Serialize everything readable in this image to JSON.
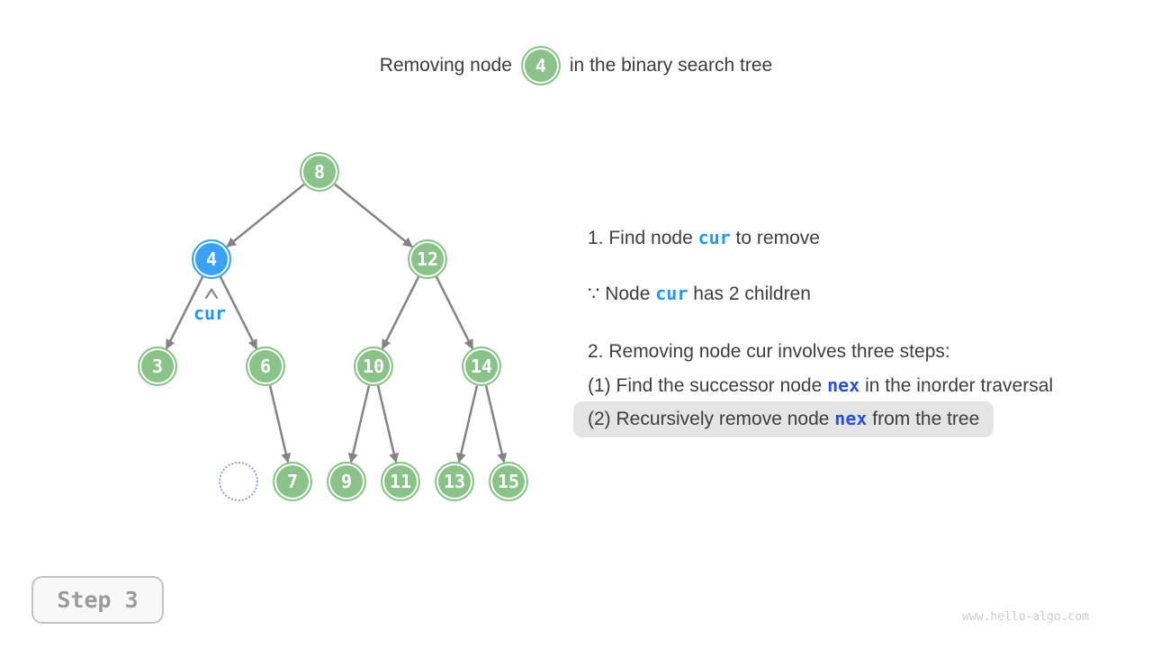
{
  "title": {
    "prefix": "Removing node",
    "node_value": "4",
    "suffix": "in the binary search tree"
  },
  "tree": {
    "nodes": [
      {
        "value": "8",
        "state": "normal"
      },
      {
        "value": "4",
        "state": "current"
      },
      {
        "value": "12",
        "state": "normal"
      },
      {
        "value": "3",
        "state": "normal"
      },
      {
        "value": "6",
        "state": "normal"
      },
      {
        "value": "10",
        "state": "normal"
      },
      {
        "value": "14",
        "state": "normal"
      },
      {
        "value": "7",
        "state": "normal"
      },
      {
        "value": "9",
        "state": "normal"
      },
      {
        "value": "11",
        "state": "normal"
      },
      {
        "value": "13",
        "state": "normal"
      },
      {
        "value": "15",
        "state": "normal"
      }
    ],
    "edges": [
      [
        "8",
        "4"
      ],
      [
        "8",
        "12"
      ],
      [
        "4",
        "3"
      ],
      [
        "4",
        "6"
      ],
      [
        "12",
        "10"
      ],
      [
        "12",
        "14"
      ],
      [
        "6",
        "7"
      ],
      [
        "10",
        "9"
      ],
      [
        "10",
        "11"
      ],
      [
        "14",
        "13"
      ],
      [
        "14",
        "15"
      ]
    ],
    "placeholder": "empty-node-slot",
    "cur_label": "cur"
  },
  "notes": {
    "line1": {
      "pre": "1. Find node ",
      "code": "cur",
      "post": " to remove"
    },
    "line2": {
      "pre": "∵ Node ",
      "code": "cur",
      "post": " has 2 children"
    },
    "line3": {
      "text": "2. Removing node cur involves three steps:"
    },
    "line4": {
      "pre": "(1) Find the successor node ",
      "code": "nex",
      "post": " in the inorder traversal"
    },
    "line5": {
      "pre": "(2) Recursively remove node ",
      "code": "nex",
      "post": " from the tree"
    }
  },
  "footer": {
    "step_label": "Step 3",
    "watermark": "www.hello-algo.com"
  },
  "colors": {
    "node_green": "#8ac289",
    "node_blue": "#3ba1f2",
    "cur_blue": "#2196f3",
    "nex_blue": "#2b4fd7",
    "edge_gray": "#848484",
    "highlight_bg": "#e4e4e4",
    "placeholder_dotted": "#8d9fe8"
  }
}
